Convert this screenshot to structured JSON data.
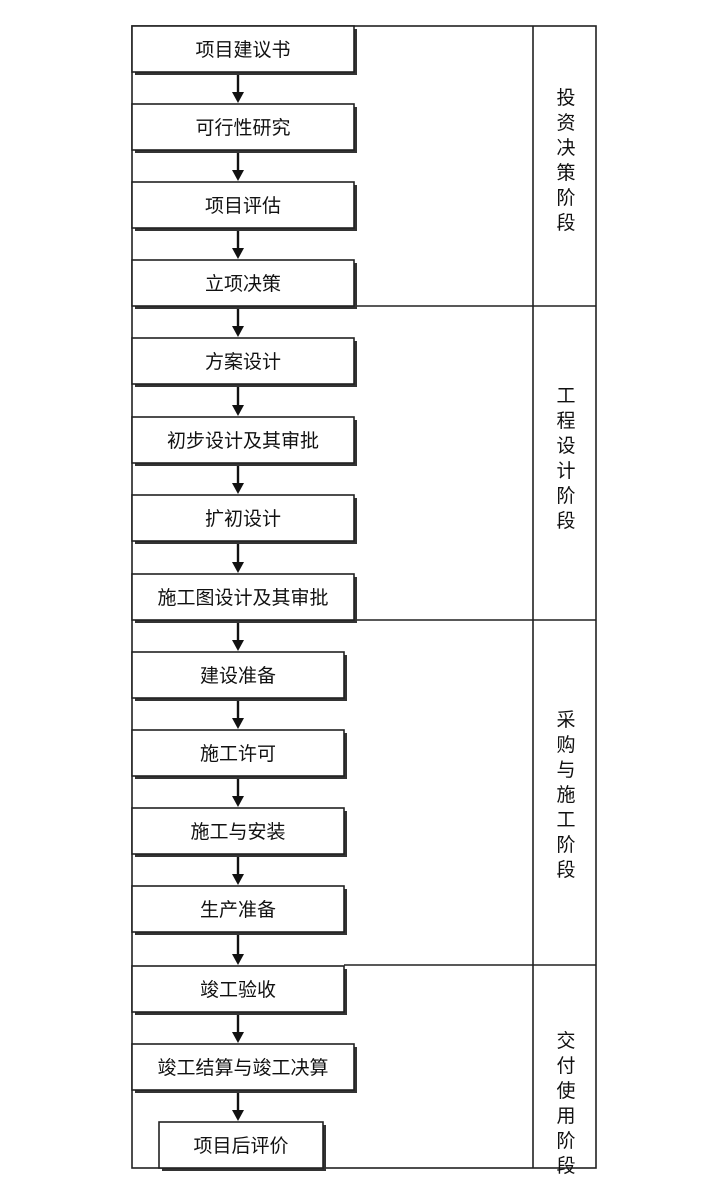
{
  "steps": [
    {
      "id": "s1",
      "label": "项目建议书"
    },
    {
      "id": "s2",
      "label": "可行性研究"
    },
    {
      "id": "s3",
      "label": "项目评估"
    },
    {
      "id": "s4",
      "label": "立项决策"
    },
    {
      "id": "s5",
      "label": "方案设计"
    },
    {
      "id": "s6",
      "label": "初步设计及其审批"
    },
    {
      "id": "s7",
      "label": "扩初设计"
    },
    {
      "id": "s8",
      "label": "施工图设计及其审批"
    },
    {
      "id": "s9",
      "label": "建设准备"
    },
    {
      "id": "s10",
      "label": "施工许可"
    },
    {
      "id": "s11",
      "label": "施工与安装"
    },
    {
      "id": "s12",
      "label": "生产准备"
    },
    {
      "id": "s13",
      "label": "竣工验收"
    },
    {
      "id": "s14",
      "label": "竣工结算与竣工决算"
    },
    {
      "id": "s15",
      "label": "项目后评价"
    }
  ],
  "phases": [
    {
      "id": "p1",
      "label": "投资决策阶段",
      "steps": [
        "s1",
        "s2",
        "s3",
        "s4"
      ]
    },
    {
      "id": "p2",
      "label": "工程设计阶段",
      "steps": [
        "s5",
        "s6",
        "s7",
        "s8"
      ]
    },
    {
      "id": "p3",
      "label": "采购与施工阶段",
      "steps": [
        "s9",
        "s10",
        "s11",
        "s12"
      ]
    },
    {
      "id": "p4",
      "label": "交付使用阶段",
      "steps": [
        "s13",
        "s14",
        "s15"
      ]
    }
  ]
}
